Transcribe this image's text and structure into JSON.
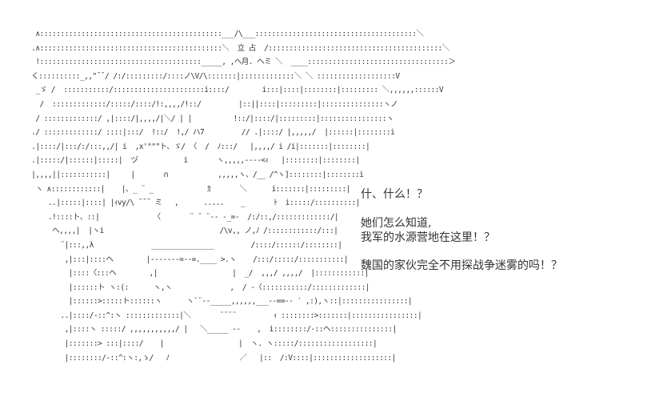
{
  "art_lines": [
    "  ∧::::::::::::::::::::::::::::::::::::::::::::___/\\___:::::::::::::::::::::::::::::::::::::::＼",
    " .∧::::::::::::::::::::::::::::::::::::::::::::＼  立 占  /::::::::::::::::::::::::::::::::::::::::::＼",
    "  !:::::::::::::::::::::::::::::::::::::::_____, ,ヘ月. ヘミ ＼  ____::::::::::::::::::::::::::::::::::＞",
    " く::::::::::_,,\"¯¯/ /:/:::::::::/::::ノ\\V/\\:::::::|:::::::::::::＼ ＼ :::::::::::::::::::V",
    "  _ゞ /  :::::::::::/::::::::::::::::::::::i::::/        i:::|::::|::::::::|::::::::: ＼,,,,,,::::::V",
    "   /  :::::::::::::/:::::/::::/!:,,,,/!::/         |::||::::|:::::::::|:::::::::::::::ヽノ",
    "  / :::::::::::::/ ,|::::/|,,,,/|＼/ | |          !::/|::::/|:::::::::|::::::::::::::::ヽ",
    " ./ :::::::::::::/ ::::|:::/  !::/  !,/ ハ7         // .|::::/ |,,,,,/  |::::::|::::::::i",
    " .|::::/|:::/:/:::,,/| i  ,x'\"\"\"ト、ゞ/ 〈  /  ﾉ:::/   |,,,,/ i /i|:::::::|::::::::|",
    " .|:::::/|::::::|:::::|  ヅ           i       ヽ,,,,,---‐<ｨ   |::::::::|::::::::|",
    " |,,,,||:::::::::::|     |       ∩            ,,,,,ヽ、/__ /^ヽ]::::::::|::::::::i",
    "  ヽ ∧::::::::::::|    |、_ ¨ _             ｶ       ＼      i:::::::|:::::::::|",
    "     ..|:::::|::::| |ｨvy/\\ ¯¯¯ ミ   ,      .....    _       ﾄ  i:::::/::::::::::|",
    "     .!::::ト、::|             〈       ¨ ¨ ¨‐‐ -_=-  /:/::,/:::::::::::::/|",
    "      ヘ,,,,|  |ヽi                            /\\v,, ノ,ﾉ /::::::::::::/:::|",
    "        ¨|:::,,λ              _______________         /::::/::::::/::::::::|",
    "         ,|:::|::::ヘ        |‐‐‐‐‐‐‐=‐‐=.____ >.ヽ    /:::/:::::/:::::::::::|",
    "          |::::〈:::ヘ        ,|                  |  _/  ,,,/ ,,,,/  |::::::::::::|",
    "          |::::::ト ヽ:(:      ヽ,ヽ              ,  / ‐〈:::::::::::/:::::::::::::|",
    "          |::::::>:::::ト::::::ヽ      ヽ`¨‐‐_____,,,,,,___‐‐==‐‐ ′ ,:),ヽ::|::::::::::::::::|",
    "        ..|::::/‐::^:ヽ :::::::::::::|＼       ¨¨¨¨         ｨ ::::::::>:::::::|::::::::::::::::|",
    "         ,|::::ヽ :::::/ ,,,,,,,,,,,/ |   ＼_____ ‐‐    ,  i::::::::/‐::ヘ:::::::::::::::|",
    "         |:::::::> :::|::::/    |                  |  ヽ. ヽ:::::/::::::::::::::::::|",
    "         |::::::::/‐::^:ヽ:,ゝ/   ﾉ                 ／   |::  /:V::::|:::::::::::::::::::|"
  ],
  "dialogue": {
    "line1": "什、什么！？",
    "line2": "她们怎么知道,",
    "line3": "我军的水源营地在这里！？",
    "line4": "魏国的家伙完全不用探战争迷雾的吗！？"
  }
}
